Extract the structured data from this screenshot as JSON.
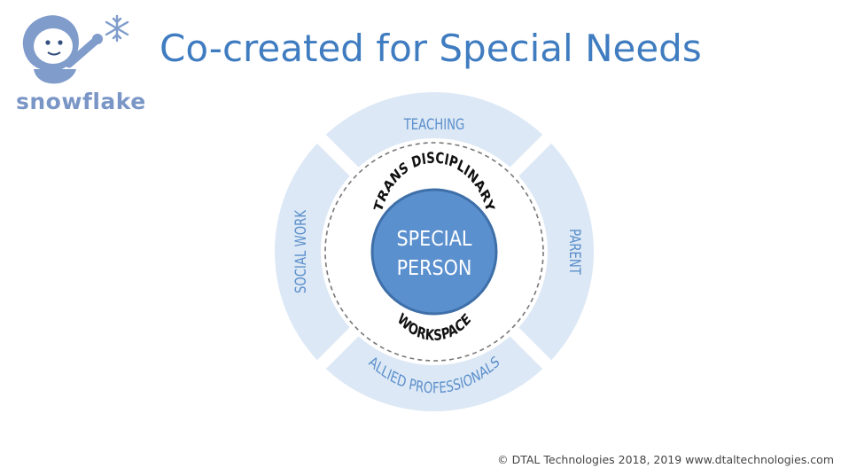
{
  "logo": {
    "wordmark": "snowflake",
    "icon": "snowman-pointing-with-snowflake-icon"
  },
  "title": "Co-created for Special Needs",
  "diagram": {
    "center_lines": [
      "SPECIAL",
      "PERSON"
    ],
    "ring_top": "TRANS DISCIPLINARY",
    "ring_bottom": "WORKSPACE",
    "segments": {
      "top": "TEACHING",
      "right": "PARENT",
      "bottom": "ALLIED PROFESSIONALS",
      "left": "SOCIAL WORK"
    },
    "colors": {
      "segment_fill": "#dce8f5",
      "segment_text": "#5b8fcb",
      "center_fill": "#5b90cf",
      "center_stroke": "#3e6fa8",
      "center_text": "#ffffff",
      "ring_text": "#111111",
      "dashed_ring": "#777777"
    }
  },
  "footer": "© DTAL Technologies 2018, 2019 www.dtaltechnologies.com"
}
